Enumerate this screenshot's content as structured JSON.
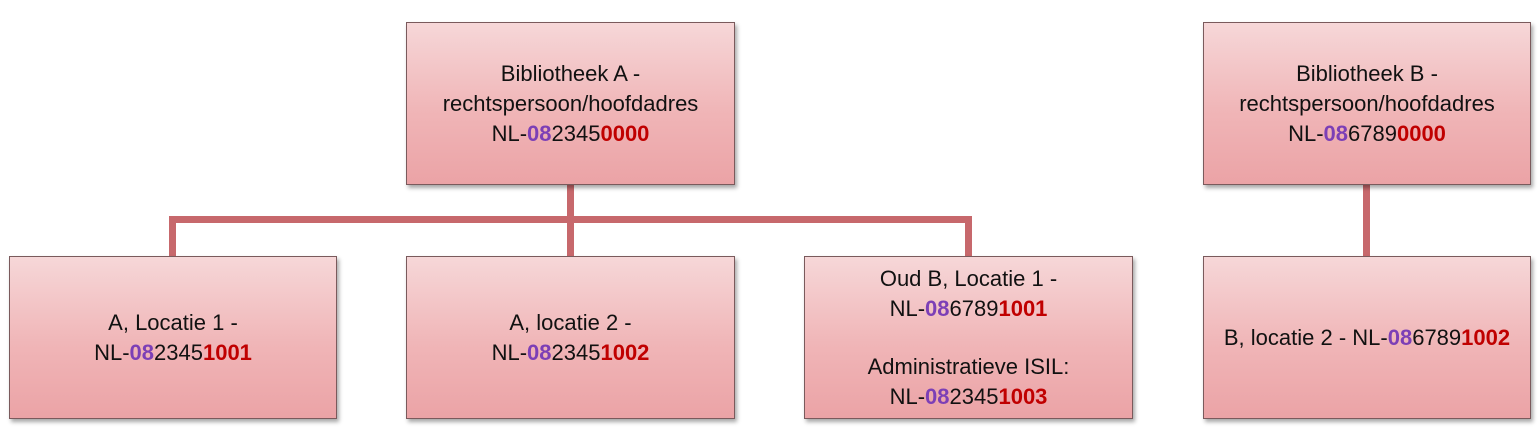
{
  "org_a": {
    "root": {
      "title_line1": "Bibliotheek A -",
      "title_line2": "rechtspersoon/hoofdadres",
      "isil": {
        "prefix": "NL-",
        "part1": "08",
        "part2": "2345",
        "part3": "0000"
      }
    },
    "loc1": {
      "title": "A, Locatie 1 -",
      "isil": {
        "prefix": "NL-",
        "part1": "08",
        "part2": "2345",
        "part3": "1001"
      }
    },
    "loc2": {
      "title": "A, locatie 2 -",
      "isil": {
        "prefix": "NL-",
        "part1": "08",
        "part2": "2345",
        "part3": "1002"
      }
    },
    "loc3": {
      "title": "Oud B, Locatie 1 -",
      "isil": {
        "prefix": "NL-",
        "part1": "08",
        "part2": "6789",
        "part3": "1001"
      },
      "admin_label": "Administratieve ISIL:",
      "admin_isil": {
        "prefix": "NL-",
        "part1": "08",
        "part2": "2345",
        "part3": "1003"
      }
    }
  },
  "org_b": {
    "root": {
      "title_line1": "Bibliotheek B -",
      "title_line2": "rechtspersoon/hoofdadres",
      "isil": {
        "prefix": "NL-",
        "part1": "08",
        "part2": "6789",
        "part3": "0000"
      }
    },
    "loc2": {
      "title": "B, locatie 2 - ",
      "isil": {
        "prefix": "NL-",
        "part1": "08",
        "part2": "6789",
        "part3": "1002"
      }
    }
  },
  "colors": {
    "segment_purple": "#7c3fb6",
    "segment_red": "#c00000",
    "connector": "#c7686c",
    "box_fill_top": "#f6d7d8",
    "box_fill_bottom": "#eba3a6"
  }
}
